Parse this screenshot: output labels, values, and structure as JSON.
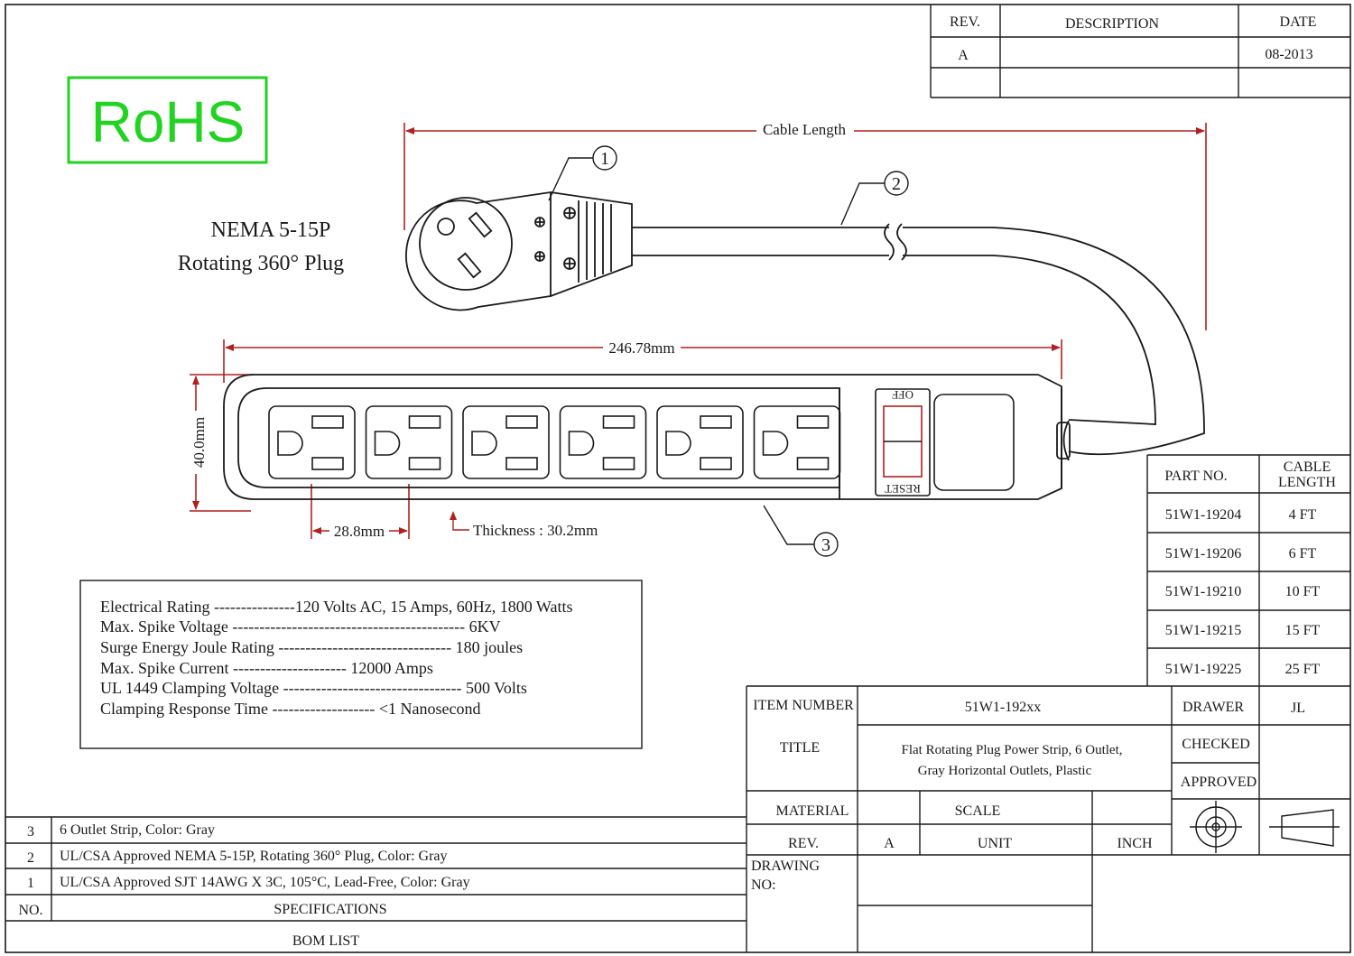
{
  "revision_block": {
    "headers": {
      "rev": "REV.",
      "description": "DESCRIPTION",
      "date": "DATE"
    },
    "rows": [
      {
        "rev": "A",
        "description": "",
        "date": "08-2013"
      }
    ]
  },
  "rohs_label": "RoHS",
  "plug_label": {
    "line1": "NEMA 5-15P",
    "line2": "Rotating 360° Plug"
  },
  "dimensions": {
    "cable_length": "Cable Length",
    "length": "246.78mm",
    "height": "40.0mm",
    "outlet_pitch": "28.8mm",
    "thickness": "Thickness : 30.2mm"
  },
  "callouts": [
    "1",
    "2",
    "3"
  ],
  "switch": {
    "off": "OFF",
    "reset": "RESET"
  },
  "specs": [
    "Electrical Rating ---------------120 Volts AC, 15 Amps, 60Hz, 1800 Watts",
    "Max. Spike Voltage -------------------------------------------  6KV",
    "Surge Energy Joule Rating --------------------------------  180 joules",
    "Max. Spike Current ---------------------  12000 Amps",
    "UL 1449 Clamping Voltage ---------------------------------  500 Volts",
    "Clamping Response Time ------------------- <1 Nanosecond"
  ],
  "part_table": {
    "headers": {
      "part_no": "PART NO.",
      "cable_length_line1": "CABLE",
      "cable_length_line2": "LENGTH"
    },
    "rows": [
      {
        "part": "51W1-19204",
        "length": "4 FT"
      },
      {
        "part": "51W1-19206",
        "length": "6 FT"
      },
      {
        "part": "51W1-19210",
        "length": "10 FT"
      },
      {
        "part": "51W1-19215",
        "length": "15 FT"
      },
      {
        "part": "51W1-19225",
        "length": "25 FT"
      }
    ]
  },
  "title_block": {
    "item_number_label": "ITEM NUMBER",
    "item_number": "51W1-192xx",
    "title_label": "TITLE",
    "title_line1": "Flat Rotating Plug Power Strip, 6 Outlet,",
    "title_line2": "Gray Horizontal Outlets, Plastic",
    "drawer_label": "DRAWER",
    "drawer": "JL",
    "checked_label": "CHECKED",
    "approved_label": "APPROVED",
    "material_label": "MATERIAL",
    "scale_label": "SCALE",
    "rev_label": "REV.",
    "rev": "A",
    "unit_label": "UNIT",
    "unit": "INCH",
    "drawing_no_line1": "DRAWING",
    "drawing_no_line2": "NO:"
  },
  "bom": {
    "rows": [
      {
        "no": "3",
        "spec": "6 Outlet Strip, Color: Gray"
      },
      {
        "no": "2",
        "spec": "UL/CSA Approved NEMA 5-15P, Rotating 360° Plug, Color: Gray"
      },
      {
        "no": "1",
        "spec": "UL/CSA Approved SJT 14AWG X 3C, 105°C, Lead-Free, Color: Gray"
      }
    ],
    "no_header": "NO.",
    "spec_header": "SPECIFICATIONS",
    "caption": "BOM LIST"
  },
  "colors": {
    "rohs_green": "#22d322",
    "dimension_red": "#b21f1f",
    "line": "#1a1a1a"
  }
}
